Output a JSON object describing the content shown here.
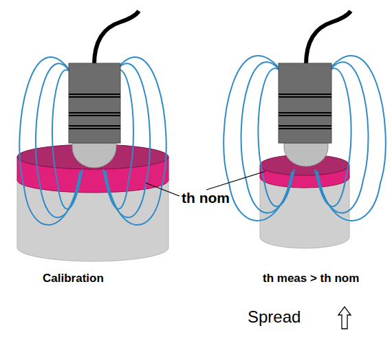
{
  "diagram": {
    "labels": [
      "th nom",
      "Calibration",
      "th meas > th nom",
      "Spread"
    ]
  }
}
